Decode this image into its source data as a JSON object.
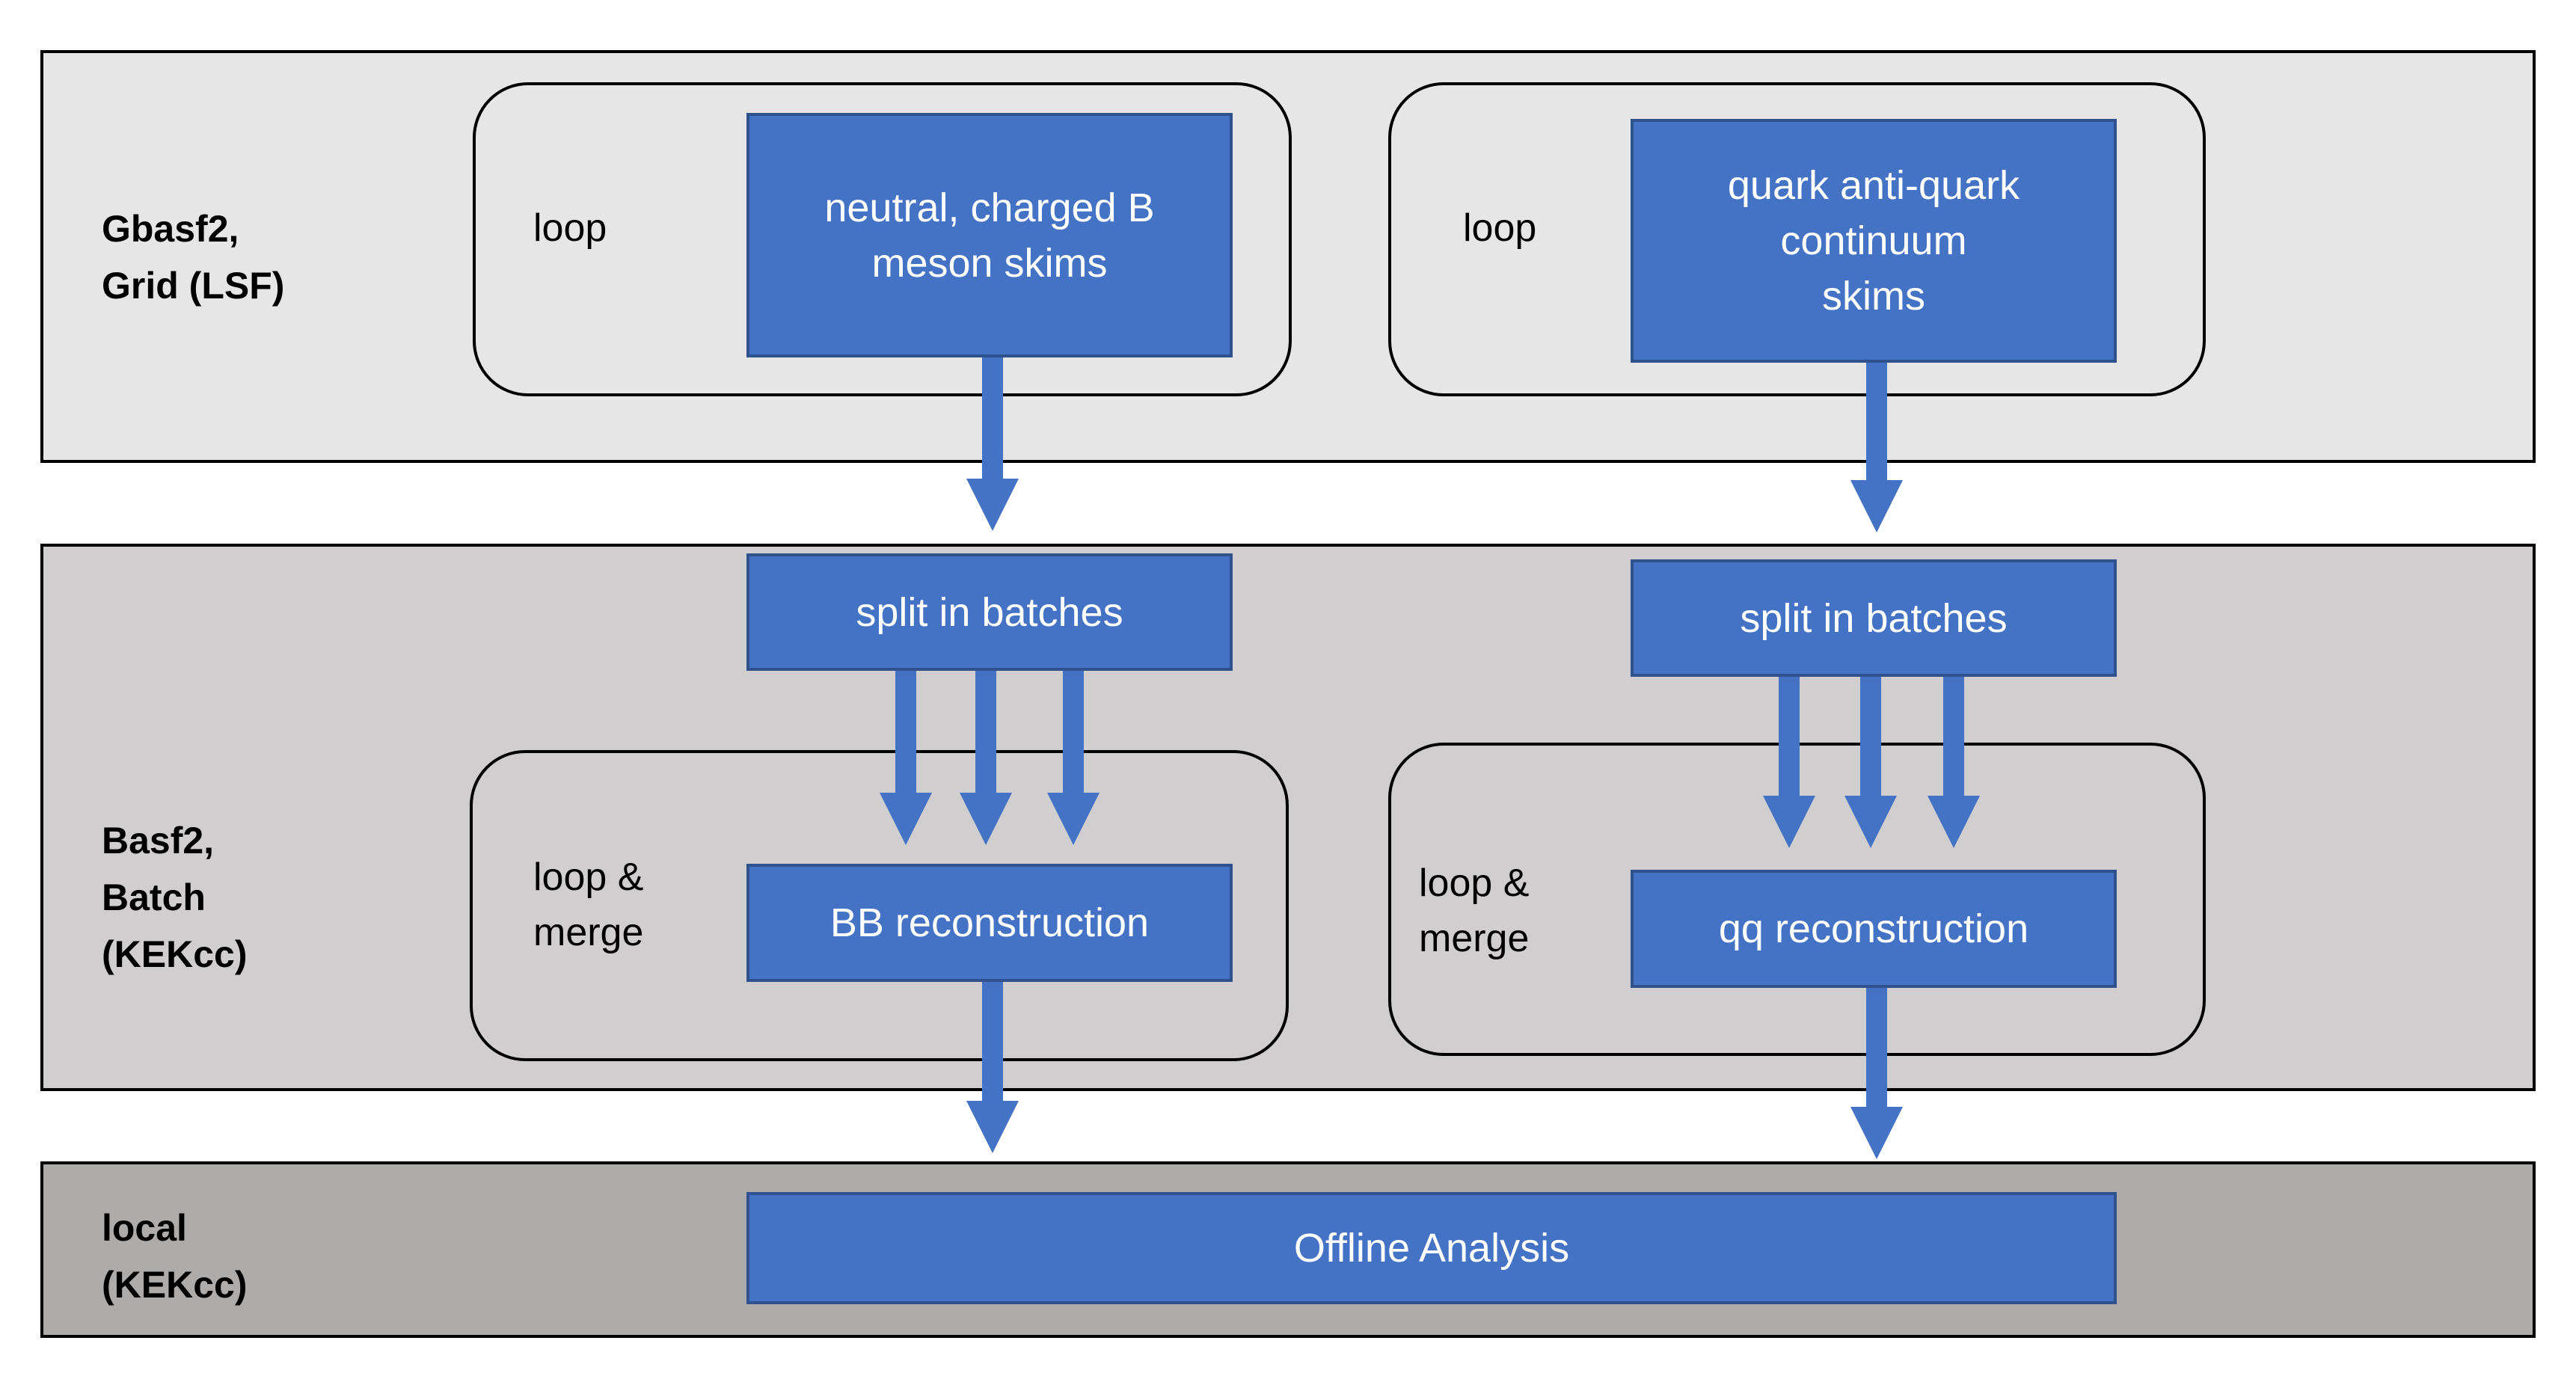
{
  "colors": {
    "box_fill": "#4472c4",
    "box_border": "#2f528f",
    "arrow": "#4472c4",
    "tier_grid_bg": "#e7e6e6",
    "tier_batch_bg": "#d0cece",
    "tier_local_bg": "#aeabab"
  },
  "tiers": {
    "grid": {
      "label": "Gbasf2,\nGrid (LSF)"
    },
    "batch": {
      "label": "Basf2,\nBatch\n(KEKcc)"
    },
    "local": {
      "label": "local\n(KEKcc)"
    }
  },
  "left": {
    "loop_label": "loop",
    "skim_box": "neutral, charged B\nmeson skims",
    "split_box": "split in batches",
    "merge_label": "loop &\nmerge",
    "reco_box": "BB reconstruction"
  },
  "right": {
    "loop_label": "loop",
    "skim_box": "quark anti-quark\ncontinuum\nskims",
    "split_box": "split in batches",
    "merge_label": "loop &\nmerge",
    "reco_box": "qq reconstruction"
  },
  "analysis_box": "Offline Analysis"
}
